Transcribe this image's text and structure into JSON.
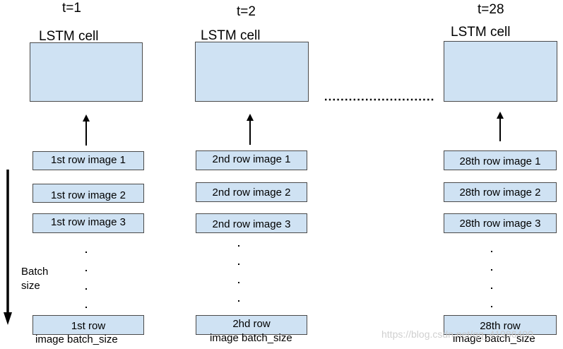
{
  "steps": [
    {
      "t": "t=1",
      "cell": "LSTM cell",
      "rows": [
        "1st row image 1",
        "1st row image 2",
        "1st row image 3"
      ],
      "last_row": "1st row",
      "last_sub": "image batch_size"
    },
    {
      "t": "t=2",
      "cell": "LSTM cell",
      "rows": [
        "2nd row image 1",
        "2nd row image 2",
        "2nd row image 3"
      ],
      "last_row": "2hd row",
      "last_sub": "image batch_size"
    },
    {
      "t": "t=28",
      "cell": "LSTM cell",
      "rows": [
        "28th row image 1",
        "28th row image 2",
        "28th row image 3"
      ],
      "last_row": "28th row",
      "last_sub": "image batch_size"
    }
  ],
  "batch_label": [
    "Batch",
    "size"
  ],
  "watermark": "https://blog.csdn.net/qq_41986400",
  "colors": {
    "box_fill": "#cfe2f3",
    "box_border": "#4a4a4a"
  }
}
